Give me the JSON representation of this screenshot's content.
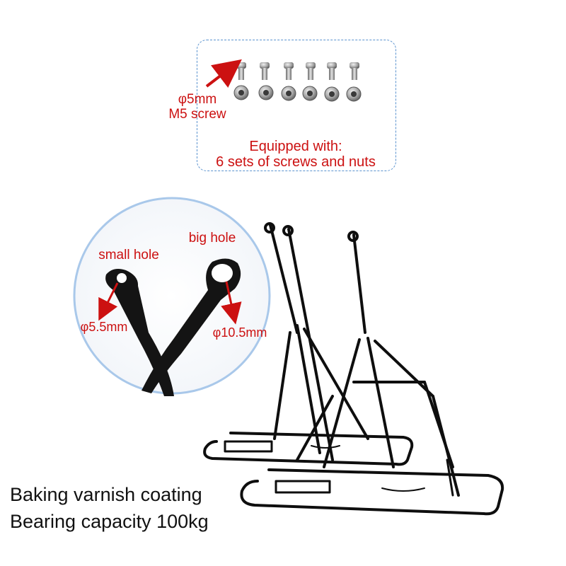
{
  "hardware": {
    "screw_dimension": "φ5mm",
    "screw_type": "M5 screw",
    "equipped_line1": "Equipped with:",
    "equipped_line2": "6 sets of screws and nuts"
  },
  "detail": {
    "small_hole_label": "small hole",
    "big_hole_label": "big hole",
    "small_hole_dimension": "φ5.5mm",
    "big_hole_dimension": "φ10.5mm"
  },
  "features": {
    "coating": "Baking varnish coating",
    "capacity": "Bearing capacity 100kg"
  },
  "colors": {
    "annotation_red": "#cc1111",
    "dashed_border_blue": "#5b93cf",
    "rack_black": "#0e0e0e"
  }
}
